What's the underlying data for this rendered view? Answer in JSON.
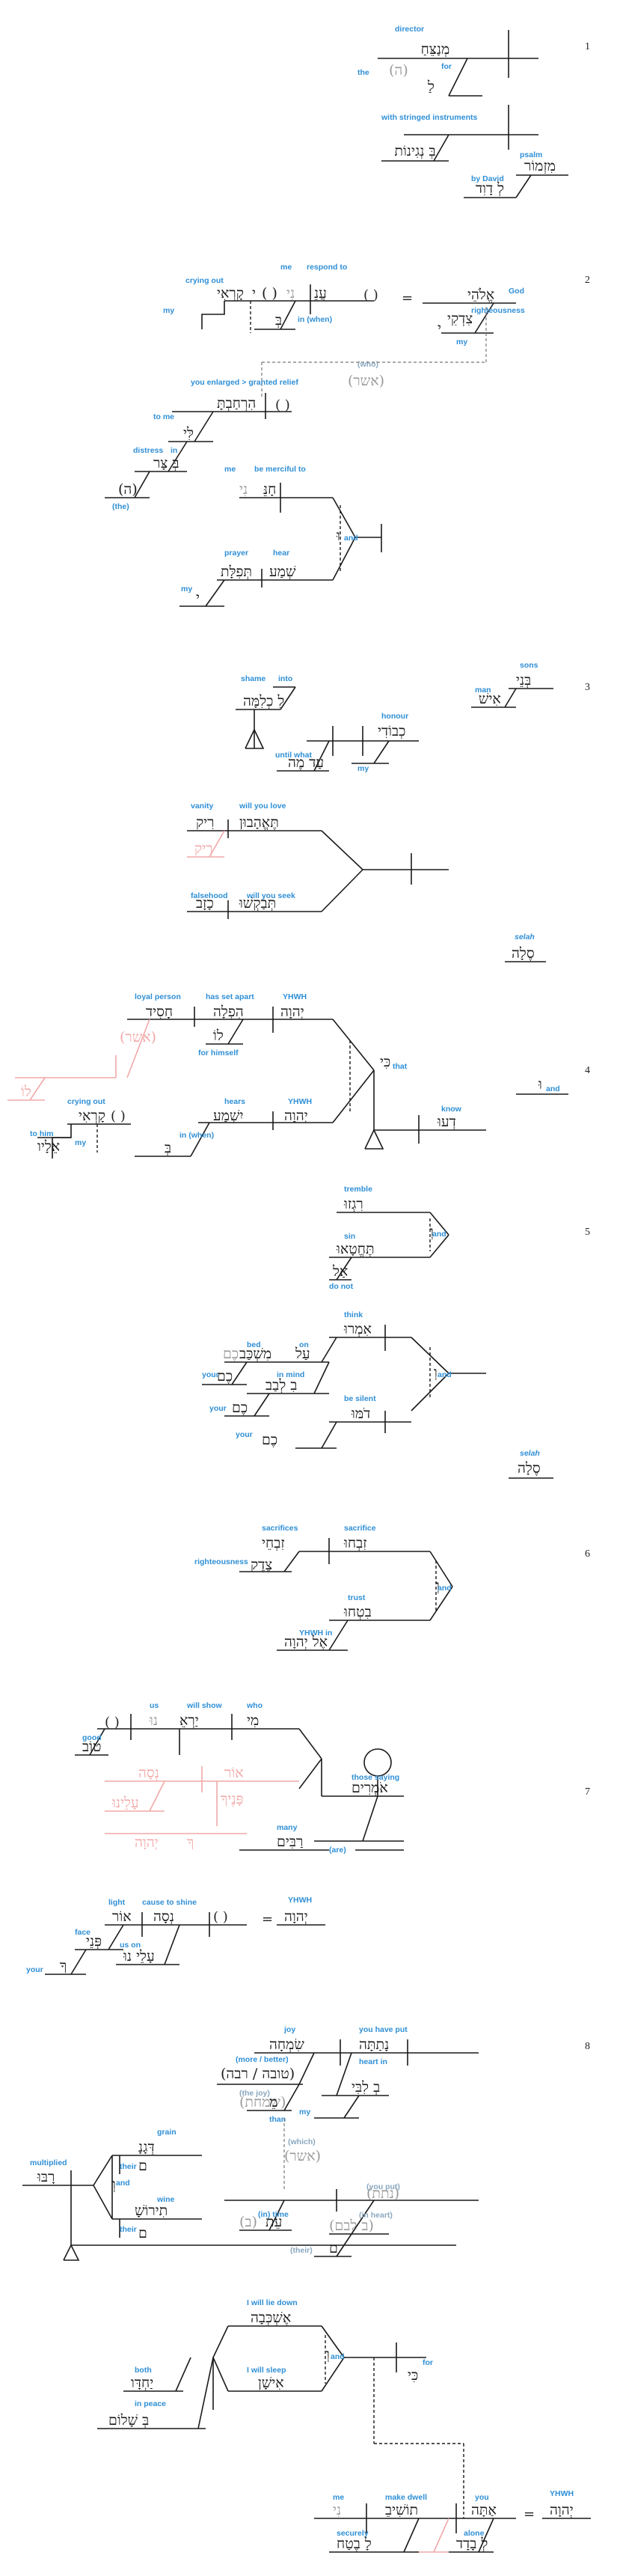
{
  "verse_numbers": [
    "1",
    "2",
    "3",
    "4",
    "5",
    "6",
    "7",
    "8"
  ],
  "v1": {
    "menatseach": "מְנַצֵּחַ",
    "director": "director",
    "the_he": "(ה)",
    "the": "the",
    "le": "לַ",
    "for": "for",
    "be": "בְּ",
    "neginot": "נְגִינוֹת",
    "with_stringed_instruments": "with  stringed instruments",
    "mizmor": "מִזְמוֹר",
    "psalm": "psalm",
    "le_david": "לְ דָוִד",
    "by_david": "by  David"
  },
  "v2": {
    "qore": "קָרְאִי",
    "crying_out": "crying out",
    "yod": "י",
    "my": "my",
    "paren": "( )",
    "anu": "עֲנֵ",
    "ni": "נִי",
    "me": "me",
    "respond_to": "respond to",
    "be": "בְּ",
    "in_when": "in (when)",
    "eq": "=",
    "elohei": "אֱלֹהֵי",
    "god": "God",
    "tsidqi": "צִדְקִי",
    "righteousness": "righteousness",
    "my2": "my",
    "who": "(who)",
    "asher": "(אשר)",
    "hirchavta": "הִרְחַבְתָּ",
    "you_enlarged": "you enlarged > granted relief",
    "li": "לִּי",
    "to_me": "to me",
    "tsar": "צָּר",
    "distress": "distress",
    "in": "in",
    "the_he": "(ה)",
    "the": "(the)",
    "chanen": "חָנֵּ",
    "me2": "me",
    "be_merciful_to": "be merciful to",
    "vav": "וּ",
    "and": "and",
    "shema": "שְׁמַע",
    "hear": "hear",
    "tefilla": "תְּפִלָּת",
    "prayer": "prayer",
    "yod2": "י",
    "my3": "my"
  },
  "v3": {
    "bnei": "בְּנֵי",
    "sons": "sons",
    "ish": "אִישׁ",
    "man": "man",
    "lekhlimma": "לִ כְלִמָּה",
    "shame": "shame",
    "into": "into",
    "kevodi": "כְבוֹדִי",
    "honour": "honour",
    "my": "my",
    "ad_ma": "עַד מֶה",
    "until_what": "until what",
    "teehavun": "תֶּאֱהָבוּן",
    "will_you_love": "will you love",
    "riq": "רִיק",
    "vanity": "vanity",
    "riq_ghost": "רִיק",
    "tevaqshu": "תְּבַקְשׁוּ",
    "will_you_seek": "will you seek",
    "khazav": "כָזָב",
    "falsehood": "falsehood",
    "sela": "סֶלָה",
    "selah": "selah"
  },
  "v4": {
    "chasid": "חָסִיד",
    "loyal_person": "loyal person",
    "hifla": "הִפְלָה",
    "has_set_apart": "has set apart",
    "yhwh": "יְהוָה",
    "yhwh_g": "YHWH",
    "asher": "(אשר)",
    "lo": "לוֹ",
    "for_himself": "for himself",
    "lo_ghost": "לוֹ",
    "ki": "כִּי",
    "that": "that",
    "ve": "וּ",
    "and": "and",
    "deu": "דְעוּ",
    "know": "know",
    "qore": "קָרְאִי",
    "crying_out": "crying out",
    "elav": "אֵלָיו",
    "to_him": "to him",
    "my": "my",
    "yishma": "יִשְׁמַע",
    "hears": "hears",
    "be": "בְּ",
    "in_when": "in (when)"
  },
  "v5": {
    "rigzu": "רִגְזוּ",
    "tremble": "tremble",
    "ve": "וְ",
    "and": "and",
    "techetau": "תֶּחֱטָאוּ",
    "sin": "sin",
    "al": "אַל",
    "do_not": "do not",
    "imru": "אִמְרוּ",
    "think": "think",
    "al2": "עַל",
    "mishkav": "מִשְׁכַּב",
    "khem": "כֶם",
    "bed": "bed",
    "on": "on",
    "your": "your",
    "bilvav": "בִ לְבַב",
    "in_mind": "in mind",
    "khem2": "כֶם",
    "your2": "your",
    "dommu": "דֹמּוּ",
    "be_silent": "be silent",
    "khem3": "כֶם",
    "your3": "your",
    "ve2": "וְ",
    "and2": "and",
    "sela": "סֶלָה",
    "selah": "selah"
  },
  "v6": {
    "zivchei": "זִבְחֵי",
    "sacrifices": "sacrifices",
    "zivchu": "זִבְחוּ",
    "sacrifice": "sacrifice",
    "tsedeq": "צֶדֶק",
    "righteousness": "righteousness",
    "bitchu": "בִטְחוּ",
    "trust": "trust",
    "el_yhwh": "אֶל יְהוָה",
    "yhwh_in": "YHWH   in",
    "ve": "וְ",
    "and": "and"
  },
  "v7": {
    "paren": "( )",
    "yar": "יַרְאֵ",
    "nu": "נוּ",
    "us": "us",
    "will_show": "will show",
    "mi": "מִי",
    "who": "who",
    "tov": "טוֹב",
    "good": "good",
    "or_ghost": "אוֹר",
    "nesa_ghost": "נְסָה",
    "panekha_ghost": "פָּנֶיךָ",
    "al_ghost": "עָלֵינוּ",
    "yhwh_ghost": "יְהוָה",
    "kha_ghost": "ךָ",
    "omrim": "אֹמְרִים",
    "those_saying": "those saying",
    "rabbim": "רַבִּים",
    "many": "many",
    "are": "(are)",
    "or": "אוֹר",
    "light": "light",
    "nesa": "נְסָה",
    "cause_to_shine": "cause to shine",
    "paren2": "( )",
    "eq": "=",
    "yhwh": "יְהוָה",
    "yhwh_g": "YHWH",
    "pene": "פְּנֵי",
    "face": "face",
    "kha": "ךָ",
    "your": "your",
    "aleinu": "עָלֵי נוּ",
    "us_on": "us   on"
  },
  "v8": {
    "simcha": "שִׂמְחָה",
    "joy": "joy",
    "natatta": "נָתַתָּה",
    "you_have_put": "you have put",
    "tova_rabba": "(טובה / רבה)",
    "more_better": "(more / better)",
    "belibbi": "בְ לִבִּי",
    "heart": "heart",
    "in": "in",
    "my": "my",
    "simchat": "(שמחת)",
    "the_joy": "(the joy)",
    "me": "מֵ",
    "than": "than",
    "which": "(which)",
    "asher": "(אשר)",
    "dagan": "דְּגָנָ",
    "grain": "grain",
    "m1": "ם",
    "their1": "their",
    "ve": "וְ",
    "and": "and",
    "tirosh": "תִירוֹשָׁ",
    "wine": "wine",
    "m2": "ם",
    "their2": "their",
    "rabbu": "רָבּוּ",
    "multiplied": "multiplied",
    "natatta_g": "(נתת)",
    "you_put": "(you put)",
    "et": "עֵת",
    "time": "time",
    "in2": "(in)",
    "be_g": "(ב)",
    "belibbam": "(ב לבם)",
    "in_heart": "(in heart)",
    "m3": "ם",
    "their3": "(their)",
    "eshkeva": "אֶשְׁכְּבָה",
    "i_will_lie_down": "I will lie down",
    "ishan": "אִישָׁן",
    "i_will_sleep": "I will sleep",
    "ve2": "וְ",
    "and2": "and",
    "yachdav": "יַחְדָּו",
    "both": "both",
    "beshalom": "בְּ שָׁלוֹם",
    "in_peace": "in peace",
    "ki": "כִּי",
    "for": "for",
    "ni": "נִי",
    "me2": "me",
    "toshiv": "תוֹשִׁיבֵ",
    "make_dwell": "make dwell",
    "ata": "אַתָּה",
    "you": "you",
    "eq": "=",
    "yhwh": "יְהוָה",
    "yhwh_g": "YHWH",
    "lavetach": "לָ בֶטַח",
    "securely": "securely",
    "levadad": "לְ בָדָד",
    "alone": "alone"
  }
}
